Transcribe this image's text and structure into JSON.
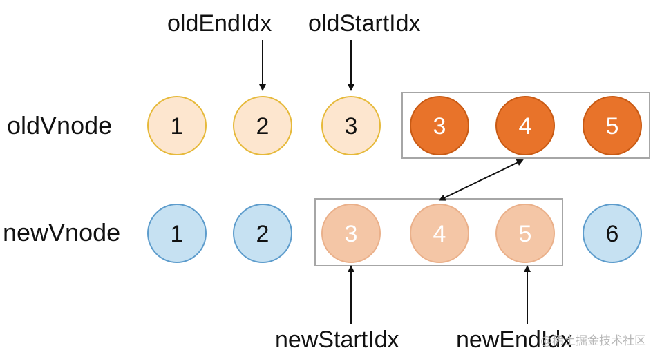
{
  "rows": {
    "old": {
      "label": "oldVnode",
      "nodes": [
        {
          "value": "1",
          "style": "old-light"
        },
        {
          "value": "2",
          "style": "old-light"
        },
        {
          "value": "3",
          "style": "old-light"
        },
        {
          "value": "3",
          "style": "old-dark"
        },
        {
          "value": "4",
          "style": "old-dark"
        },
        {
          "value": "5",
          "style": "old-dark"
        }
      ]
    },
    "new": {
      "label": "newVnode",
      "nodes": [
        {
          "value": "1",
          "style": "new-blue"
        },
        {
          "value": "2",
          "style": "new-blue"
        },
        {
          "value": "3",
          "style": "new-peach"
        },
        {
          "value": "4",
          "style": "new-peach"
        },
        {
          "value": "5",
          "style": "new-peach"
        },
        {
          "value": "6",
          "style": "new-blue"
        }
      ]
    }
  },
  "pointers": {
    "old_end": "oldEndIdx",
    "old_start": "oldStartIdx",
    "new_start": "newStartIdx",
    "new_end": "newEndIdx"
  },
  "watermark": "@稀土掘金技术社区",
  "colors": {
    "old-light": {
      "fill": "#fde6cf",
      "stroke": "#e6b93a",
      "text": "#111111"
    },
    "old-dark": {
      "fill": "#e8732a",
      "stroke": "#c85a14",
      "text": "#ffffff"
    },
    "new-blue": {
      "fill": "#c6e1f2",
      "stroke": "#5d9ccc",
      "text": "#111111"
    },
    "new-peach": {
      "fill": "#f4c6a6",
      "stroke": "#eab08a",
      "text": "#ffffff"
    },
    "box": "#a6a6a6",
    "arrow": "#111111"
  }
}
